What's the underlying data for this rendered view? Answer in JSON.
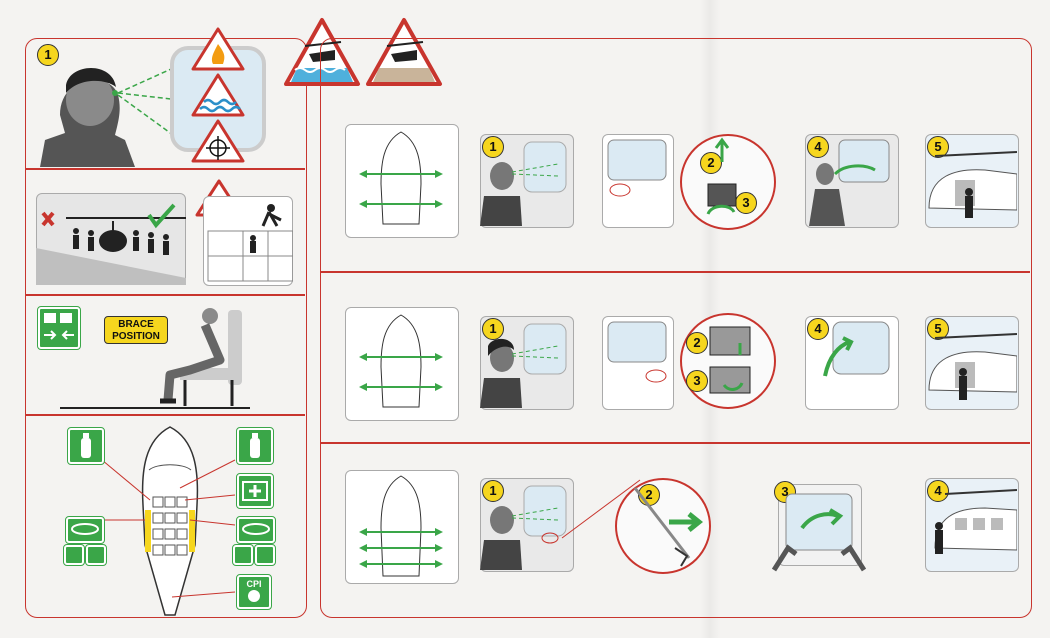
{
  "left_panel": {
    "step1_number": "1",
    "brace_label_line1": "BRACE",
    "brace_label_line2": "POSITION",
    "cpi_label": "CPI"
  },
  "right_panel": {
    "row1_steps": [
      "1",
      "2",
      "3",
      "4",
      "5"
    ],
    "row2_steps": [
      "1",
      "2",
      "3",
      "4",
      "5"
    ],
    "row3_steps": [
      "1",
      "2",
      "3",
      "4"
    ]
  },
  "colors": {
    "frame": "#c8352e",
    "accent_green": "#3aa648",
    "badge_yellow": "#f6d61e"
  },
  "icons": [
    "fire-icon",
    "water-icon",
    "crosshair-icon",
    "helicopter-water-icon",
    "helicopter-ground-icon",
    "exit-sign-icon",
    "fire-extinguisher-icon",
    "first-aid-icon",
    "life-raft-icon",
    "cpi-beacon-icon"
  ]
}
